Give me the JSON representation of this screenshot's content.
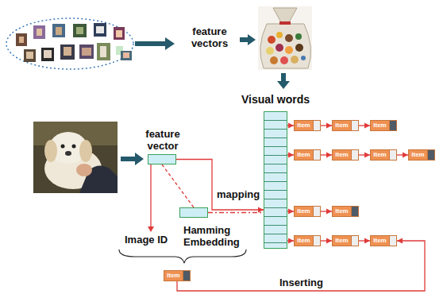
{
  "diagram": {
    "nodes": [
      {
        "text": [
          "Visual words"
        ]
      },
      {
        "text": [
          "Item"
        ]
      },
      {
        "text": [
          "Item"
        ]
      },
      {
        "text": [
          "Item"
        ]
      },
      {
        "text": [
          "Item"
        ]
      },
      {
        "text": [
          "Item"
        ]
      },
      {
        "text": [
          "Item"
        ]
      },
      {
        "text": [
          "Item"
        ]
      },
      {
        "text": [
          "feature vector"
        ]
      },
      {
        "text": [
          "Hamming Embedding"
        ]
      },
      {
        "text": [
          "Item"
        ]
      },
      {
        "text": [
          "Item"
        ]
      },
      {
        "text": [
          "Item"
        ]
      },
      {
        "text": [
          "Item"
        ]
      },
      {
        "text": [
          "Item"
        ]
      },
      {
        "text": [
          "Item"
        ]
      }
    ],
    "edges": [
      {
        "from": 0,
        "to": 1,
        "arrow": "to"
      },
      {
        "from": 1,
        "to": 2,
        "arrow": "to"
      },
      {
        "from": 2,
        "to": 3,
        "arrow": "to"
      },
      {
        "from": 0,
        "to": 4,
        "arrow": "to"
      },
      {
        "from": 4,
        "to": 5,
        "arrow": "to"
      },
      {
        "from": 5,
        "to": 6,
        "arrow": "to"
      },
      {
        "from": 6,
        "to": 7,
        "arrow": "to"
      },
      {
        "from": 8,
        "to": 0,
        "label": "mapping",
        "arrow": "to"
      },
      {
        "from": 8,
        "to": 9,
        "arrow": "none"
      },
      {
        "from": 9,
        "to": 0,
        "arrow": "none"
      },
      {
        "from": 0,
        "to": 10,
        "arrow": "to"
      },
      {
        "from": 10,
        "to": 11,
        "arrow": "to"
      },
      {
        "from": 0,
        "to": 12,
        "arrow": "to"
      },
      {
        "from": 12,
        "to": 13,
        "arrow": "to"
      },
      {
        "from": 13,
        "to": 14,
        "arrow": "to"
      },
      {
        "from": 15,
        "to": 14,
        "label": "Inserting",
        "arrow": "to"
      }
    ],
    "labels": [
      "feature vectors",
      "Image ID"
    ]
  }
}
